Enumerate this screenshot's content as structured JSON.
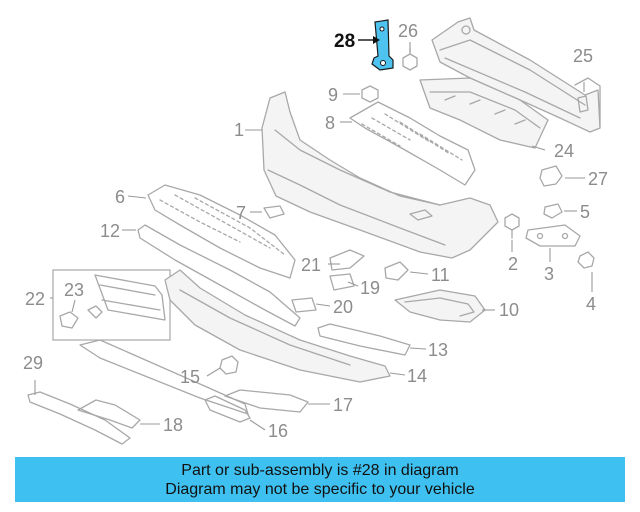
{
  "diagram": {
    "highlight_part": "28",
    "highlight_color": "#4fc3f0",
    "labels": [
      {
        "id": "l1",
        "text": "1"
      },
      {
        "id": "l2",
        "text": "2"
      },
      {
        "id": "l3",
        "text": "3"
      },
      {
        "id": "l4",
        "text": "4"
      },
      {
        "id": "l5",
        "text": "5"
      },
      {
        "id": "l6",
        "text": "6"
      },
      {
        "id": "l7",
        "text": "7"
      },
      {
        "id": "l8",
        "text": "8"
      },
      {
        "id": "l9",
        "text": "9"
      },
      {
        "id": "l10",
        "text": "10"
      },
      {
        "id": "l11",
        "text": "11"
      },
      {
        "id": "l12",
        "text": "12"
      },
      {
        "id": "l13",
        "text": "13"
      },
      {
        "id": "l14",
        "text": "14"
      },
      {
        "id": "l15",
        "text": "15"
      },
      {
        "id": "l16",
        "text": "16"
      },
      {
        "id": "l17",
        "text": "17"
      },
      {
        "id": "l18",
        "text": "18"
      },
      {
        "id": "l19",
        "text": "19"
      },
      {
        "id": "l20",
        "text": "20"
      },
      {
        "id": "l21",
        "text": "21"
      },
      {
        "id": "l22",
        "text": "22"
      },
      {
        "id": "l23",
        "text": "23"
      },
      {
        "id": "l24",
        "text": "24"
      },
      {
        "id": "l25",
        "text": "25"
      },
      {
        "id": "l26",
        "text": "26"
      },
      {
        "id": "l27",
        "text": "27"
      },
      {
        "id": "l28",
        "text": "28"
      },
      {
        "id": "l29",
        "text": "29"
      }
    ]
  },
  "banner": {
    "line1": "Part or sub-assembly is #28 in diagram",
    "line2": "Diagram may not be specific to your vehicle",
    "color": "#3ec1f0"
  }
}
